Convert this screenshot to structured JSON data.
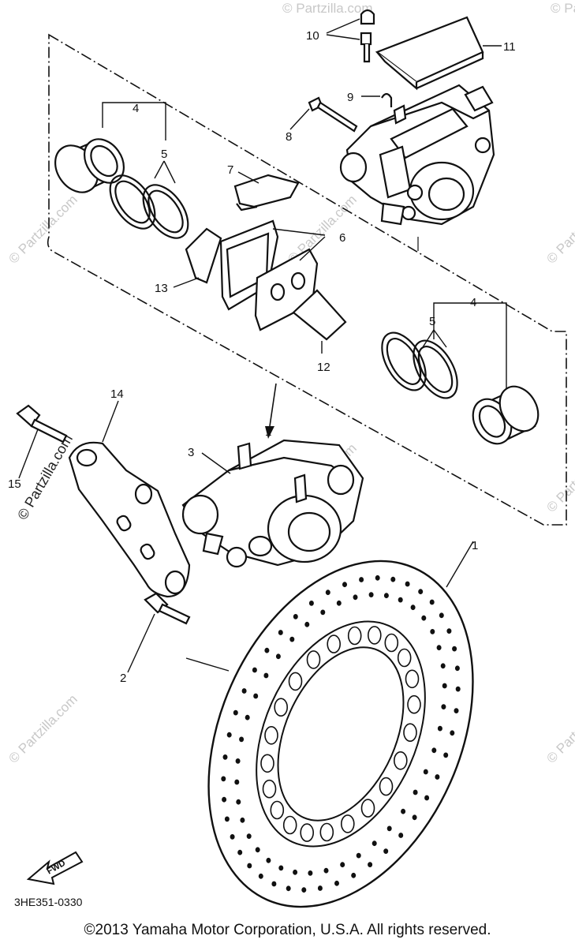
{
  "callouts": {
    "c1_disc": "1",
    "c1_caliper": "1",
    "c2": "2",
    "c3": "3",
    "c4_left": "4",
    "c4_right": "4",
    "c5_left": "5",
    "c5_right": "5",
    "c6": "6",
    "c7": "7",
    "c8": "8",
    "c9": "9",
    "c10": "10",
    "c11": "11",
    "c12": "12",
    "c13": "13",
    "c14": "14",
    "c15": "15"
  },
  "fwd_label": "FWD",
  "diagram_code": "3HE351-0330",
  "watermark": "© Partzilla.com",
  "copyright": "©2013 Yamaha Motor Corporation, U.S.A. All rights reserved."
}
